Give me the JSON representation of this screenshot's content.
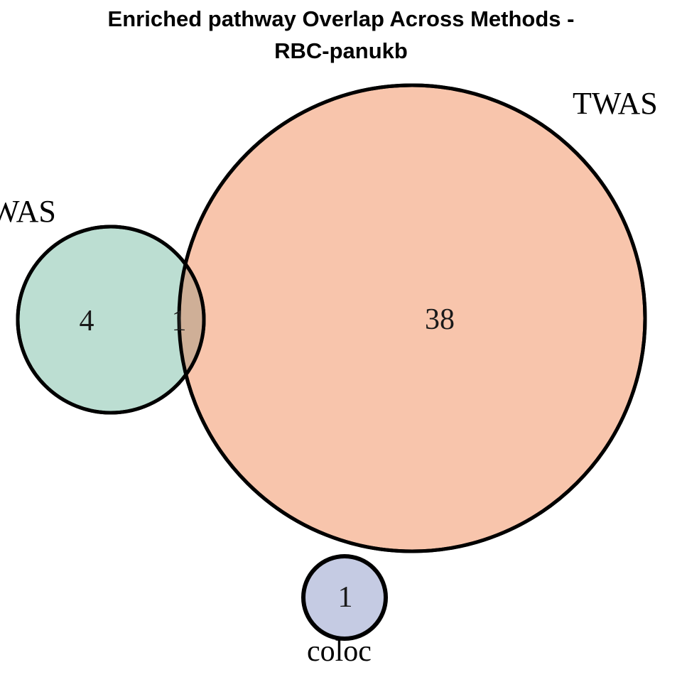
{
  "chart_data": {
    "type": "venn",
    "title": "Enriched pathway Overlap Across Methods - RBC-panukb",
    "title_line1": "Enriched pathway Overlap Across Methods -",
    "title_line2": "RBC-panukb",
    "sets": [
      {
        "name": "GWAS",
        "label": "WAS",
        "label_clipped": true,
        "fill": "#BCDED2",
        "exclusive_count": 4
      },
      {
        "name": "TWAS",
        "label": "TWAS",
        "fill": "#F8C5AC",
        "exclusive_count": 38
      },
      {
        "name": "coloc",
        "label": "coloc",
        "fill": "#C5CBE3",
        "exclusive_count": 1
      }
    ],
    "regions": [
      {
        "id": "gwas-only",
        "sets": [
          "GWAS"
        ],
        "count": 4,
        "fill": "#BCDED2"
      },
      {
        "id": "gwas-twas",
        "sets": [
          "GWAS",
          "TWAS"
        ],
        "count": 1,
        "fill": "#CFAF97"
      },
      {
        "id": "twas-only",
        "sets": [
          "TWAS"
        ],
        "count": 38,
        "fill": "#F8C5AC"
      },
      {
        "id": "coloc-only",
        "sets": [
          "coloc"
        ],
        "count": 1,
        "fill": "#C5CBE3"
      }
    ],
    "counts": {
      "green_only": "4",
      "overlap_green_peach": "1",
      "peach_only": "38",
      "coloc_only": "1"
    },
    "stroke": "#000000",
    "background": "#FFFFFF",
    "legend": "none"
  },
  "labels": {
    "gwas": "WAS",
    "twas": "TWAS",
    "coloc": "coloc"
  }
}
